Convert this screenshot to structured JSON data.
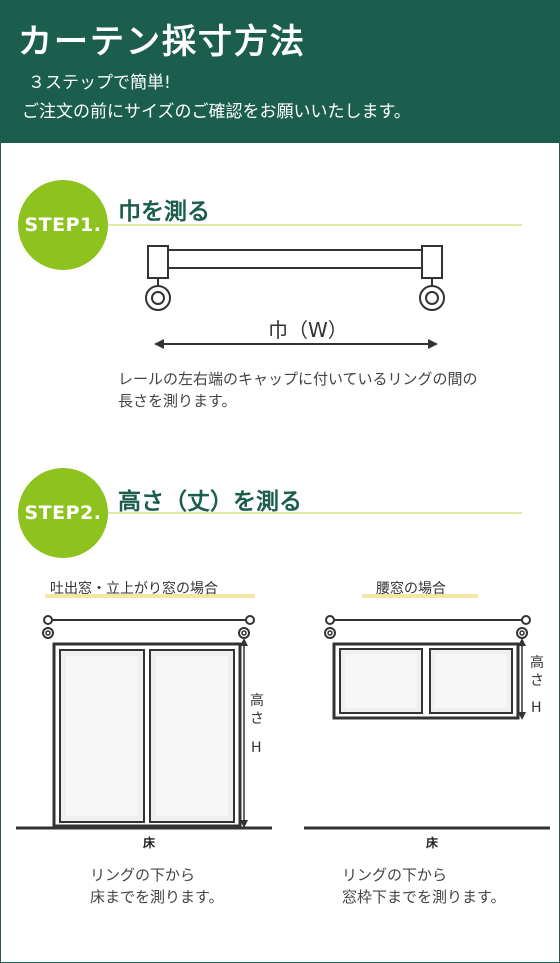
{
  "header": {
    "title": "カーテン採寸方法",
    "subtitle1": "３ステップで簡単!",
    "subtitle2": "ご注文の前にサイズのご確認をお願いいたします。"
  },
  "step1": {
    "badge": "STEP1.",
    "title": "巾を測る",
    "width_label": "巾（W）",
    "desc_line1": "レールの左右端のキャップに付いているリングの間の",
    "desc_line2": "長さを測ります。"
  },
  "step2": {
    "badge": "STEP2.",
    "title": "高さ（丈）を測る",
    "left": {
      "caption": "吐出窓・立上がり窓の場合",
      "height_label_1": "高",
      "height_label_2": "さ",
      "height_label_3": "H",
      "floor": "床",
      "note_line1": "リングの下から",
      "note_line2": "床までを測ります。"
    },
    "right": {
      "caption": "腰窓の場合",
      "height_label_1": "高",
      "height_label_2": "さ",
      "height_label_3": "H",
      "floor": "床",
      "note_line1": "リングの下から",
      "note_line2": "窓枠下までを測ります。"
    }
  },
  "colors": {
    "header_bg": "#1b5e4e",
    "badge_green": "#8dc21f",
    "title_green": "#1b5e4e"
  }
}
